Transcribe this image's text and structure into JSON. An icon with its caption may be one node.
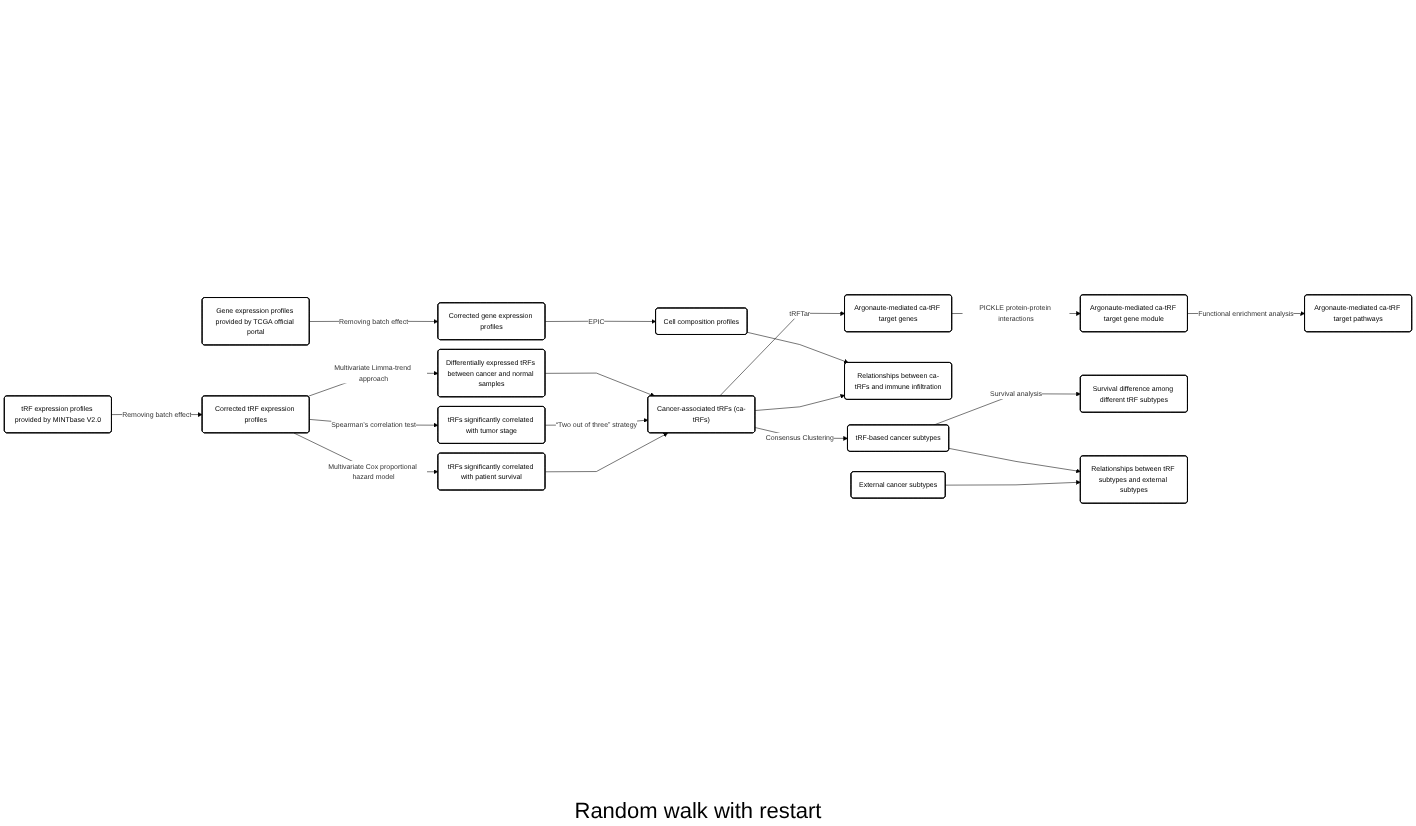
{
  "diagram": {
    "nodes": [
      {
        "text": [
          "tRF expression profiles provided by MINTbase V2.0"
        ]
      },
      {
        "text": [
          "Corrected tRF expression profiles"
        ]
      },
      {
        "text": [
          "Differentially expressed tRFs between cancer and normal samples"
        ]
      },
      {
        "text": [
          "tRFs significantly correlated with tumor stage"
        ]
      },
      {
        "text": [
          "tRFs significantly correlated with patient survival"
        ]
      },
      {
        "text": [
          "Cancer-associated tRFs (ca-tRFs)"
        ]
      },
      {
        "text": [
          "Argonaute-mediated ca-tRF target pathways"
        ]
      },
      {
        "text": [
          "Argonaute-mediated ca-tRF target gene module"
        ]
      },
      {
        "text": [
          "Argonaute-mediated ca-tRF target genes"
        ]
      },
      {
        "text": [
          "Gene expression profiles provided by TCGA official portal"
        ]
      },
      {
        "text": [
          "Corrected gene expression profiles"
        ]
      },
      {
        "text": [
          "Cell composition profiles"
        ]
      },
      {
        "text": [
          "Relationships between ca-tRFs and immune infiltration"
        ]
      },
      {
        "text": [
          "Survival difference among different tRF subtypes"
        ]
      },
      {
        "text": [
          "tRF-based cancer subtypes"
        ]
      },
      {
        "text": [
          "External cancer subtypes"
        ]
      },
      {
        "text": [
          "Relationships between tRF subtypes and external subtypes"
        ]
      }
    ],
    "edges": [
      {
        "from": 0,
        "to": 1,
        "arrow": "to",
        "label": "Removing batch effect"
      },
      {
        "from": 1,
        "to": 2,
        "arrow": "to",
        "label": "Multivariate Limma-trend approach"
      },
      {
        "from": 1,
        "to": 3,
        "arrow": "to",
        "label": "Spearman’s correlation test"
      },
      {
        "from": 1,
        "to": 4,
        "arrow": "to",
        "label": "Multivariate Cox proportional hazard model"
      },
      {
        "from": 2,
        "to": 5,
        "arrow": "to"
      },
      {
        "from": 3,
        "to": 5,
        "arrow": "to",
        "label": "“Two out of three” strategy"
      },
      {
        "from": 4,
        "to": 5,
        "arrow": "to"
      },
      {
        "from": 5,
        "to": 8,
        "arrow": "to",
        "label": "tRFTar"
      },
      {
        "from": 8,
        "to": 7,
        "arrow": "to",
        "label": "PICKLE protein-protein interactions"
      },
      {
        "from": 7,
        "to": 6,
        "arrow": "to",
        "label": "Functional enrichment analysis"
      },
      {
        "from": 9,
        "to": 10,
        "arrow": "to",
        "label": "Removing batch effect"
      },
      {
        "from": 10,
        "to": 11,
        "arrow": "to",
        "label": "EPIC"
      },
      {
        "from": 11,
        "to": 12,
        "arrow": "to"
      },
      {
        "from": 5,
        "to": 12,
        "arrow": "to"
      },
      {
        "from": 5,
        "to": 14,
        "arrow": "to",
        "label": "Consensus Clustering"
      },
      {
        "from": 14,
        "to": 13,
        "arrow": "to",
        "label": "Survival analysis"
      },
      {
        "from": 14,
        "to": 16,
        "arrow": "to"
      },
      {
        "from": 15,
        "to": 16,
        "arrow": "to"
      }
    ],
    "labels": [
      "Random walk with restart"
    ]
  }
}
